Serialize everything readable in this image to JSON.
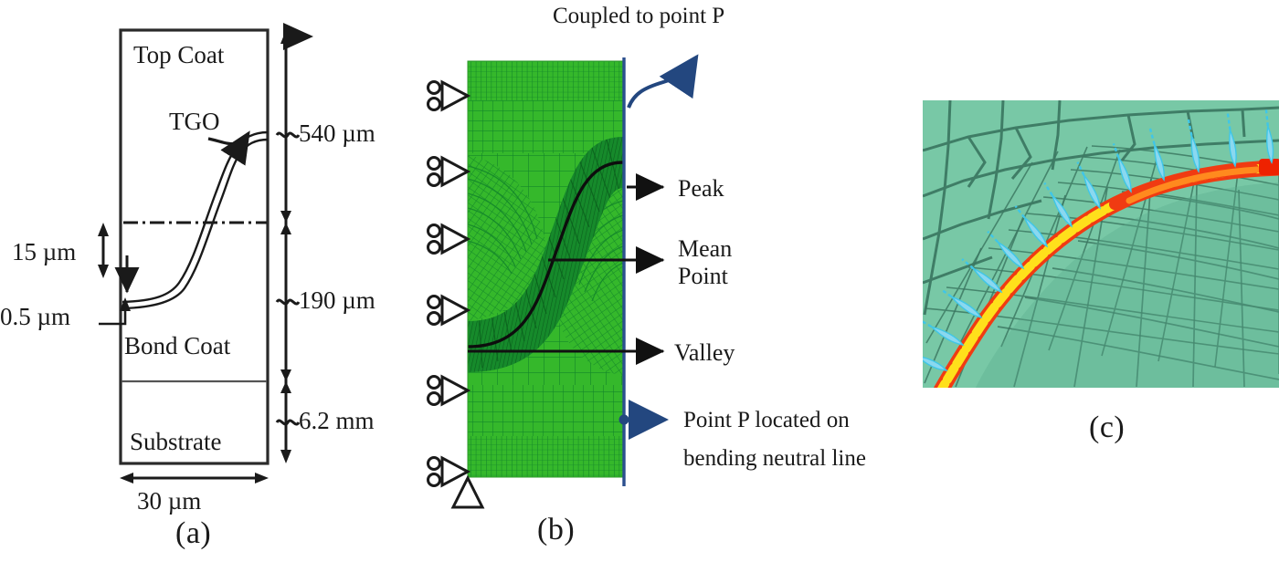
{
  "figure": {
    "type": "multi-panel scientific diagram",
    "panels": [
      {
        "letter": "(a)",
        "caption_role": "schematic of TBC layer stack with TGO interface"
      },
      {
        "letter": "(b)",
        "caption_role": "finite element mesh with boundary conditions"
      },
      {
        "letter": "(c)",
        "caption_role": "close-up contour plot of TGO arc with vector arrows"
      }
    ]
  },
  "panel_a": {
    "letter": "(a)",
    "layers": {
      "top_coat": "Top Coat",
      "bond_coat": "Bond Coat",
      "substrate": "Substrate"
    },
    "interface_label": "TGO",
    "dimensions": {
      "top_coat_thickness": "540 µm",
      "bond_coat_thickness": "190 µm",
      "substrate_thickness": "6.2 mm",
      "width": "30 µm",
      "amplitude": "15 µm",
      "tgo_thickness": "0.5 µm"
    }
  },
  "panel_b": {
    "letter": "(b)",
    "top_note": "Coupled to point P",
    "bottom_note_line1": "Point P located on",
    "bottom_note_line2": "bending neutral line",
    "callouts": [
      {
        "label": "Peak"
      },
      {
        "label": "Mean\nPoint"
      },
      {
        "label": "Valley"
      }
    ],
    "callout_peak": "Peak",
    "callout_mean_line1": "Mean",
    "callout_mean_line2": "Point",
    "callout_valley": "Valley",
    "support_count": 6,
    "colors": {
      "mesh_light_green": "#35b82b",
      "mesh_dark_green": "#14882a",
      "coupling_line_blue": "#2b4f8e",
      "arrow_blue": "#1f4e85"
    }
  },
  "panel_c": {
    "letter": "(c)",
    "colors": {
      "background_teal": "#78c8a6",
      "mesh_line": "#3d7a63",
      "contour_yellow": "#ffe01b",
      "contour_red": "#f03b12",
      "contour_orange": "#ff8a1e",
      "vector_cyan": "#8ad8f0"
    }
  }
}
